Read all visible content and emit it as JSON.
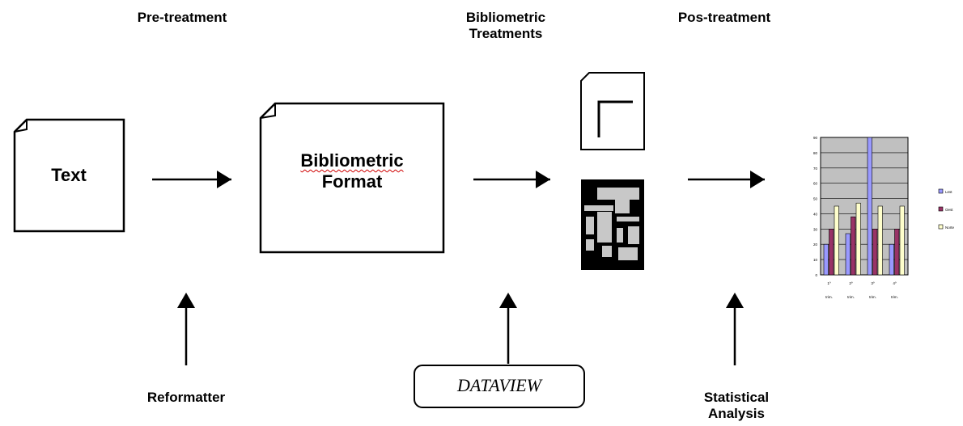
{
  "stages": {
    "pre_treatment": "Pre-treatment",
    "bibliometric_treatments_line1": "Bibliometric",
    "bibliometric_treatments_line2": "Treatments",
    "pos_treatment": "Pos-treatment"
  },
  "documents": {
    "text": "Text",
    "bibliometric_format_line1": "Bibliometric",
    "bibliometric_format_line2": "Format"
  },
  "tools": {
    "reformatter": "Reformatter",
    "dataview": "DATAVIEW",
    "statistical_analysis_line1": "Statistical",
    "statistical_analysis_line2": "Analysis"
  },
  "mini_chart": {
    "y_ticks": [
      "90",
      "80",
      "70",
      "60",
      "50",
      "40",
      "30",
      "20",
      "10",
      "0"
    ],
    "x_ticks_top": [
      "1º",
      "2º",
      "3º",
      "4º"
    ],
    "x_ticks_bottom": [
      "trim.",
      "trim.",
      "trim.",
      "trim."
    ],
    "legend": [
      "Lest",
      "Oest",
      "Norte"
    ]
  },
  "colors": {
    "series1": "#9999ff",
    "series2": "#993366",
    "series3": "#ffffcc",
    "plot_bg": "#c0c0c0"
  }
}
